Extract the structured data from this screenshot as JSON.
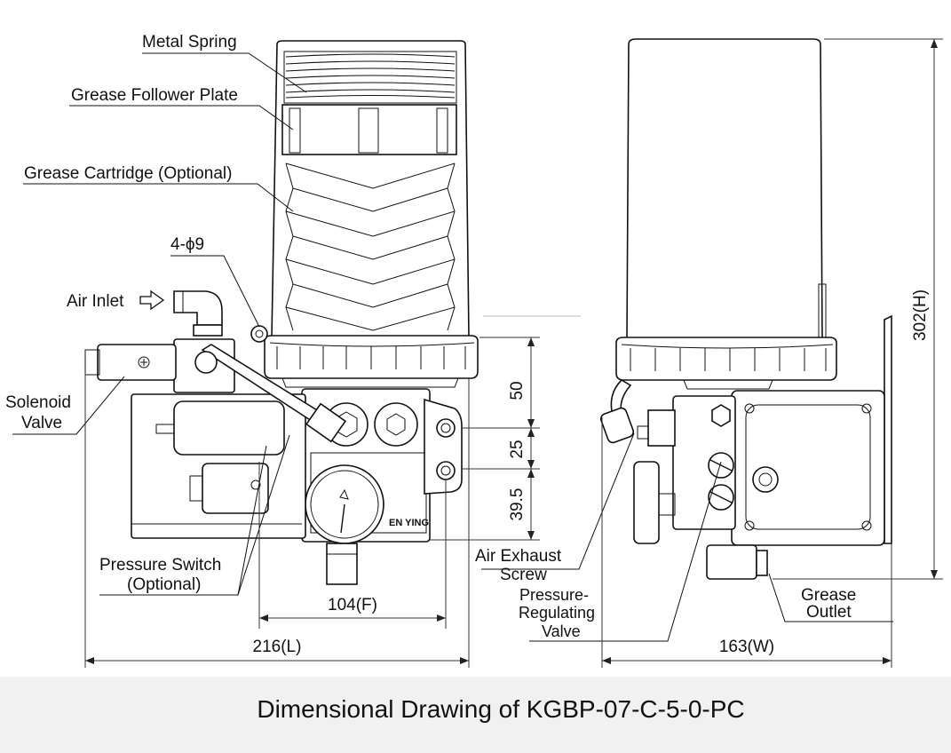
{
  "caption": "Dimensional Drawing of KGBP-07-C-5-0-PC",
  "labels": {
    "metal_spring": "Metal Spring",
    "follower_plate": "Grease Follower Plate",
    "cartridge": "Grease Cartridge (Optional)",
    "holes": "4-ϕ9",
    "air_inlet": "Air Inlet",
    "solenoid_l1": "Solenoid",
    "solenoid_l2": "Valve",
    "pressure_switch_l1": "Pressure Switch",
    "pressure_switch_l2": "(Optional)",
    "air_exhaust_l1": "Air Exhaust",
    "air_exhaust_l2": "Screw",
    "pressure_reg_l1": "Pressure-",
    "pressure_reg_l2": "Regulating",
    "pressure_reg_l3": "Valve",
    "grease_outlet_l1": "Grease",
    "grease_outlet_l2": "Outlet",
    "brand": "EN YING"
  },
  "dimensions": {
    "d50": "50",
    "d25": "25",
    "d39_5": "39.5",
    "d104": "104(F)",
    "d216": "216(L)",
    "d163": "163(W)",
    "d302": "302(H)"
  },
  "icons": {
    "air_inlet_arrow": "outline-right-arrow-icon"
  }
}
